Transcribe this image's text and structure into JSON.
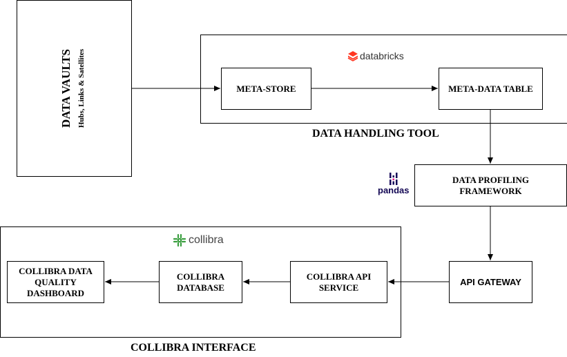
{
  "data_vaults": {
    "title": "DATA VAULTS",
    "subtitle": "Hubs, Links & Satellites"
  },
  "data_handling": {
    "caption": "DATA HANDLING TOOL",
    "logo_text": "databricks",
    "meta_store": "META-STORE",
    "meta_data_table": "META-DATA TABLE"
  },
  "profiling": {
    "label": "DATA PROFILING FRAMEWORK",
    "logo_text": "pandas"
  },
  "api_gateway": "API GATEWAY",
  "collibra": {
    "caption": "COLLIBRA INTERFACE",
    "logo_text": "collibra",
    "api_service": "COLLIBRA API SERVICE",
    "database": "COLLIBRA DATABASE",
    "dashboard": "COLLIBRA DATA QUALITY DASHBOARD"
  },
  "colors": {
    "databricks": "#FF3621",
    "collibra": "#3A9E3F",
    "pandas": "#150458",
    "pandas_accent": "#E70488"
  }
}
